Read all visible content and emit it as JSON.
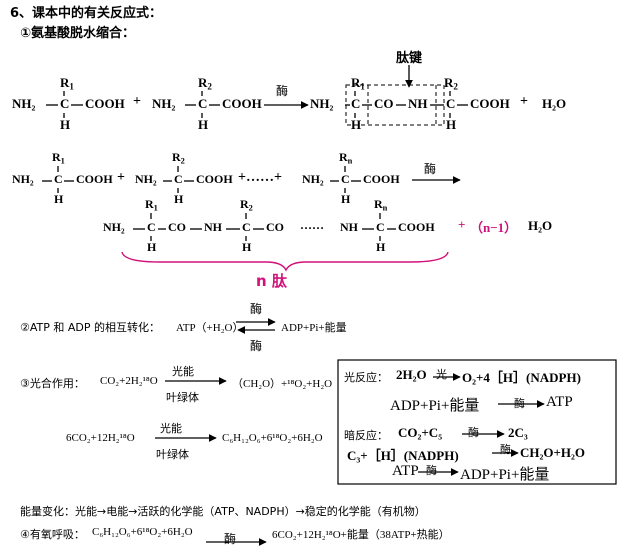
{
  "heading": "6、课本中的有关反应式：",
  "s1": {
    "title": "①氨基酸脱水缩合：",
    "peptide_bond_label": "肽键",
    "enzyme": "酶",
    "r1": "R",
    "r1_sub": "1",
    "r2": "R",
    "r2_sub": "2",
    "rn": "R",
    "rn_sub": "n",
    "h": "H",
    "amine": "NH₂",
    "c": "C",
    "dash": "—",
    "cooh": "COOH",
    "plus": "+",
    "h2o": "H₂O",
    "co": "CO",
    "nh": "NH",
    "dots_plus": "+……+",
    "dots": "……",
    "n_minus_1": "（n−1）",
    "n_peptide": "n 肽"
  },
  "s2": {
    "title": "②ATP 和 ADP 的相互转化：",
    "left": "ATP（+H₂O）",
    "right": "ADP+Pi+能量",
    "enzyme": "酶"
  },
  "s3": {
    "title": "③光合作用：",
    "eq1_left": "CO₂+2H₂¹⁸O",
    "eq1_right": "（CH₂O）+¹⁸O₂+H₂O",
    "eq2_left": "6CO₂+12H₂¹⁸O",
    "eq2_right": "C₆H₁₂O₆+6¹⁸O₂+6H₂O",
    "light": "光能",
    "chloroplast": "叶绿体",
    "box": {
      "light_label": "光反应：",
      "light_eq_left": "2H₂O",
      "light_arrow": "光",
      "light_eq_right": "O₂+4［H］(NADPH)",
      "adp_left": "ADP+Pi+能量",
      "adp_right": "ATP",
      "enzyme": "酶",
      "dark_label": "暗反应：",
      "dark_eq_left": "CO₂+C₅",
      "dark_eq_right": "2C₃",
      "dark2_left": "C₃+［H］(NADPH)",
      "dark2_right": "CH₂O+H₂O",
      "atp_left": "ATP",
      "atp_right": "ADP+Pi+能量"
    }
  },
  "energy_change": "能量变化：光能→电能→活跃的化学能（ATP、NADPH）→稳定的化学能（有机物）",
  "s4": {
    "title": "④有氧呼吸：",
    "left": "C₆H₁₂O₆+6¹⁸O₂+6H₂O",
    "enzyme": "酶",
    "right": "6CO₂+12H₂¹⁸O+能量（38ATP+热能）"
  }
}
